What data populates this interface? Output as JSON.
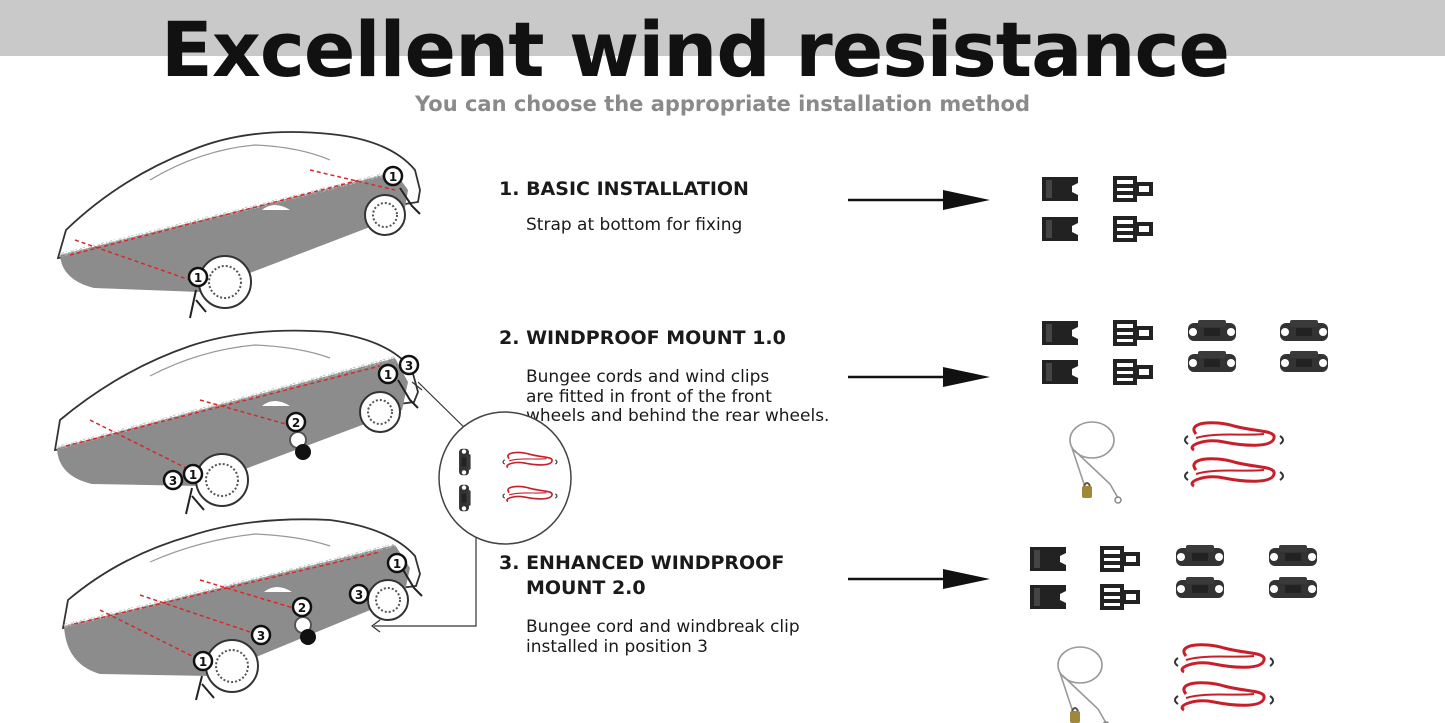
{
  "header": {
    "title": "Excellent wind resistance",
    "subtitle": "You can choose the appropriate installation method"
  },
  "steps": [
    {
      "number": "1.",
      "title": "BASIC INSTALLATION",
      "description": [
        "Strap at bottom for fixing"
      ]
    },
    {
      "number": "2.",
      "title": "WINDPROOF MOUNT 1.0",
      "description": [
        "Bungee cords and wind clips",
        "are fitted in front of the front",
        "wheels and behind the rear wheels."
      ]
    },
    {
      "number": "3.",
      "title_lines": [
        "ENHANCED WINDPROOF",
        "MOUNT 2.0"
      ],
      "description": [
        "Bungee cord and windbreak clip",
        "installed in position 3"
      ]
    }
  ],
  "markers": {
    "one": "1",
    "two": "2",
    "three": "3"
  },
  "colors": {
    "cover": "#8c8c8c",
    "stitch": "#d42a2a",
    "bungee": "#c8202b",
    "clip": "#2b2b2b",
    "band": "#c9c9c9"
  },
  "icons": [
    "car-cover-icon",
    "buckle-icon",
    "wind-clip-icon",
    "bungee-cord-icon",
    "steel-cable-lock-icon",
    "arrow-right-icon"
  ]
}
